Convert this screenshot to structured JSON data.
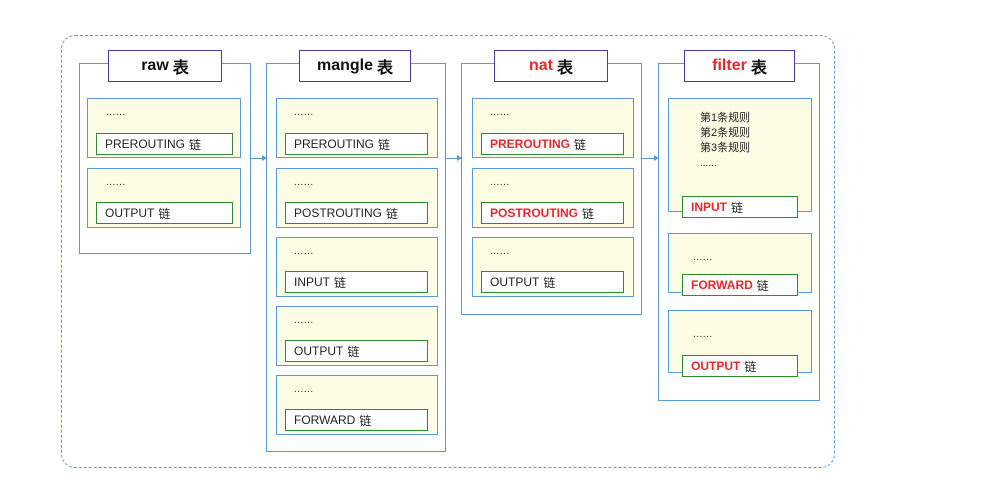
{
  "tables": [
    {
      "name": "raw",
      "suffix": "表",
      "highlight": false,
      "chains": [
        {
          "dots": "......",
          "name": "PREROUTING",
          "suffix": "链",
          "highlight": false
        },
        {
          "dots": "......",
          "name": "OUTPUT",
          "suffix": "链",
          "highlight": false
        }
      ]
    },
    {
      "name": "mangle",
      "suffix": "表",
      "highlight": false,
      "chains": [
        {
          "dots": "......",
          "name": "PREROUTING",
          "suffix": "链",
          "highlight": false
        },
        {
          "dots": "......",
          "name": "POSTROUTING",
          "suffix": "链",
          "highlight": false
        },
        {
          "dots": "......",
          "name": "INPUT",
          "suffix": "链",
          "highlight": false
        },
        {
          "dots": "......",
          "name": "OUTPUT",
          "suffix": "链",
          "highlight": false
        },
        {
          "dots": "......",
          "name": "FORWARD",
          "suffix": "链",
          "highlight": false
        }
      ]
    },
    {
      "name": "nat",
      "suffix": "表",
      "highlight": true,
      "chains": [
        {
          "dots": "......",
          "name": "PREROUTING",
          "suffix": "链",
          "highlight": true
        },
        {
          "dots": "......",
          "name": "POSTROUTING",
          "suffix": "链",
          "highlight": true
        },
        {
          "dots": "......",
          "name": "OUTPUT",
          "suffix": "链",
          "highlight": false
        }
      ]
    },
    {
      "name": "filter",
      "suffix": "表",
      "highlight": true,
      "chains": [
        {
          "rules": [
            "第1条规则",
            "第2条规则",
            "第3条规则"
          ],
          "dots": "......",
          "name": "INPUT",
          "suffix": "链",
          "highlight": true
        },
        {
          "dots": "......",
          "name": "FORWARD",
          "suffix": "链",
          "highlight": true
        },
        {
          "dots": "......",
          "name": "OUTPUT",
          "suffix": "链",
          "highlight": true
        }
      ]
    }
  ],
  "colors": {
    "border_blue": "#5b9bd5",
    "title_border": "#3f3f9f",
    "label_border": "#2e8b2e",
    "chain_fill": "#fdfde6",
    "highlight_red": "#e8262d"
  }
}
